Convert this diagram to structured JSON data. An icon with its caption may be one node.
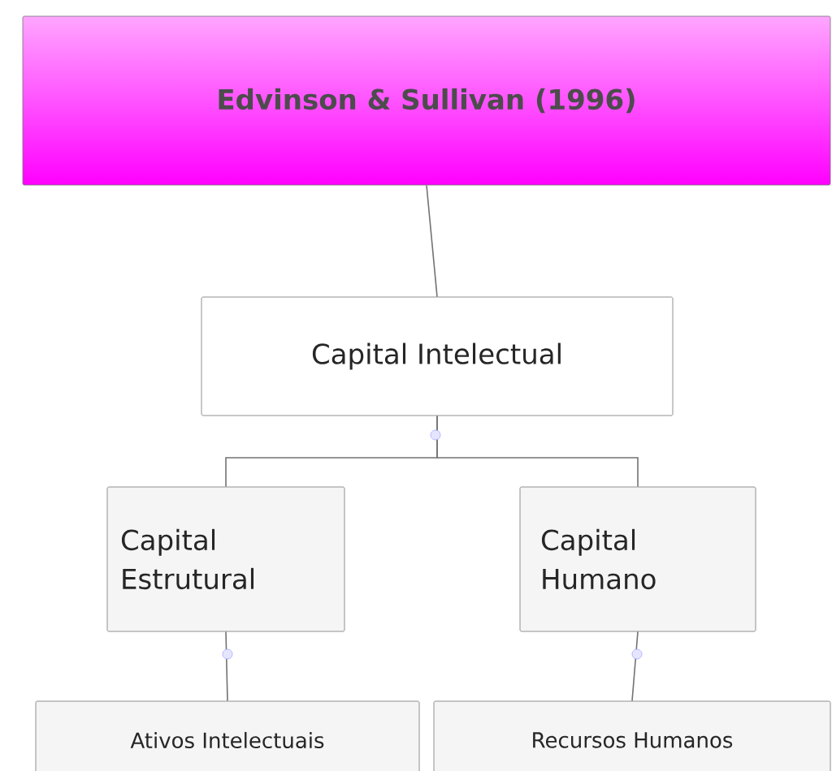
{
  "diagram": {
    "nodes": [
      {
        "text": [
          "Edvinson & Sullivan (1996)"
        ]
      },
      {
        "text": [
          "Capital Intelectual"
        ]
      },
      {
        "text": [
          "Capital Estrutural"
        ]
      },
      {
        "text": [
          "Capital Humano"
        ]
      },
      {
        "text": [
          "Ativos Intelectuais"
        ]
      },
      {
        "text": [
          "Recursos Humanos"
        ]
      }
    ],
    "edges": [
      {
        "from": 0,
        "to": 1,
        "arrow": "none"
      },
      {
        "from": 1,
        "to": 2,
        "arrow": "none"
      },
      {
        "from": 1,
        "to": 3,
        "arrow": "none"
      },
      {
        "from": 2,
        "to": 4,
        "arrow": "none"
      },
      {
        "from": 3,
        "to": 5,
        "arrow": "none"
      }
    ]
  }
}
